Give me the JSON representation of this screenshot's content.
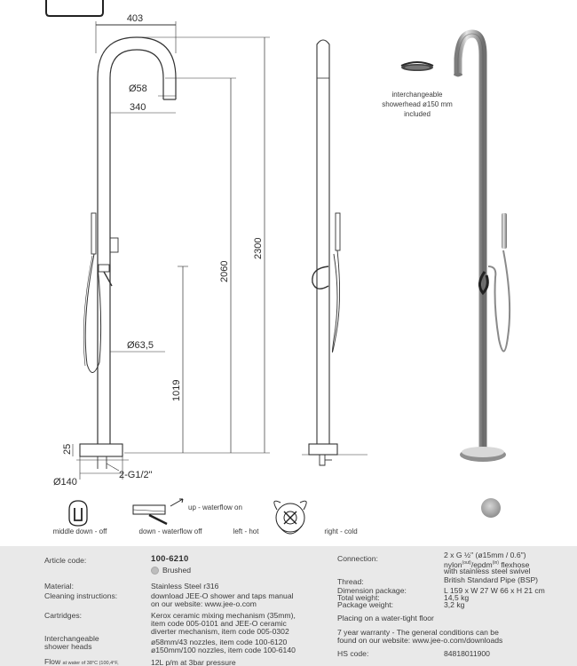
{
  "dimensions": {
    "width_top": "403",
    "pipe_diameter": "Ø58",
    "reach": "340",
    "height_total": "2300",
    "height_head": "2060",
    "pipe_base_diameter": "Ø63,5",
    "height_mixer": "1019",
    "base_height": "25",
    "connection": "2-G1/2\"",
    "base_diameter": "Ø140"
  },
  "annotations": {
    "showerhead_note": [
      "interchangeable",
      "showerhead ø150 mm",
      "included"
    ],
    "cap_middle": "middle down - off",
    "cap_down": "down - waterflow off",
    "cap_up": "up - waterflow on",
    "cap_left": "left - hot",
    "cap_right": "right - cold"
  },
  "colors": {
    "finish_swatch": "#bdbdbd",
    "spec_background": "#e9e9e9",
    "line_color": "#333333"
  },
  "specs": {
    "article_label": "Article code:",
    "article_code": "100-6210",
    "finish": "Brushed",
    "material_label": "Material:",
    "material": "Stainless Steel r316",
    "cleaning_label": "Cleaning instructions:",
    "cleaning": [
      "download JEE-O shower and taps manual",
      "on our website: www.jee-o.com"
    ],
    "cartridges_label": "Cartridges:",
    "cartridges": [
      "Kerox ceramic mixing mechanism (35mm),",
      "item code 005-0101 and JEE-O ceramic",
      "diverter mechanism, item code 005-0302"
    ],
    "heads_label": [
      "Interchangeable",
      "shower heads"
    ],
    "heads": [
      "ø58mm/43 nozzles, item code 100-6120",
      "ø150mm/100 nozzles, item code 100-6140"
    ],
    "flow_label": "Flow",
    "flow_note": "at water of 38°C (100,4°F,",
    "flow": "12L p/m at 3bar pressure",
    "connection_label": "Connection:",
    "connection": [
      "2 x G ½\" (ø15mm / 0.6\")",
      "nylon/epdm flexhose",
      "with stainless steel swivel"
    ],
    "connection_sup_out": "(out)",
    "connection_sup_in": "(in)",
    "thread_label": "Thread:",
    "thread": "British Standard Pipe (BSP)",
    "dim_pkg_label": "Dimension package:",
    "dim_pkg": "L 159 x W 27 W 66 x H 21 cm",
    "total_weight_label": "Total weight:",
    "total_weight": "14,5 kg",
    "pkg_weight_label": "Package weight:",
    "pkg_weight": "3,2 kg",
    "placing": "Placing on a water-tight floor",
    "warranty": [
      "7 year warranty - The general conditions can be",
      "found on our website: www.jee-o.com/downloads"
    ],
    "hs_label": "HS code:",
    "hs_code": "84818011900"
  }
}
